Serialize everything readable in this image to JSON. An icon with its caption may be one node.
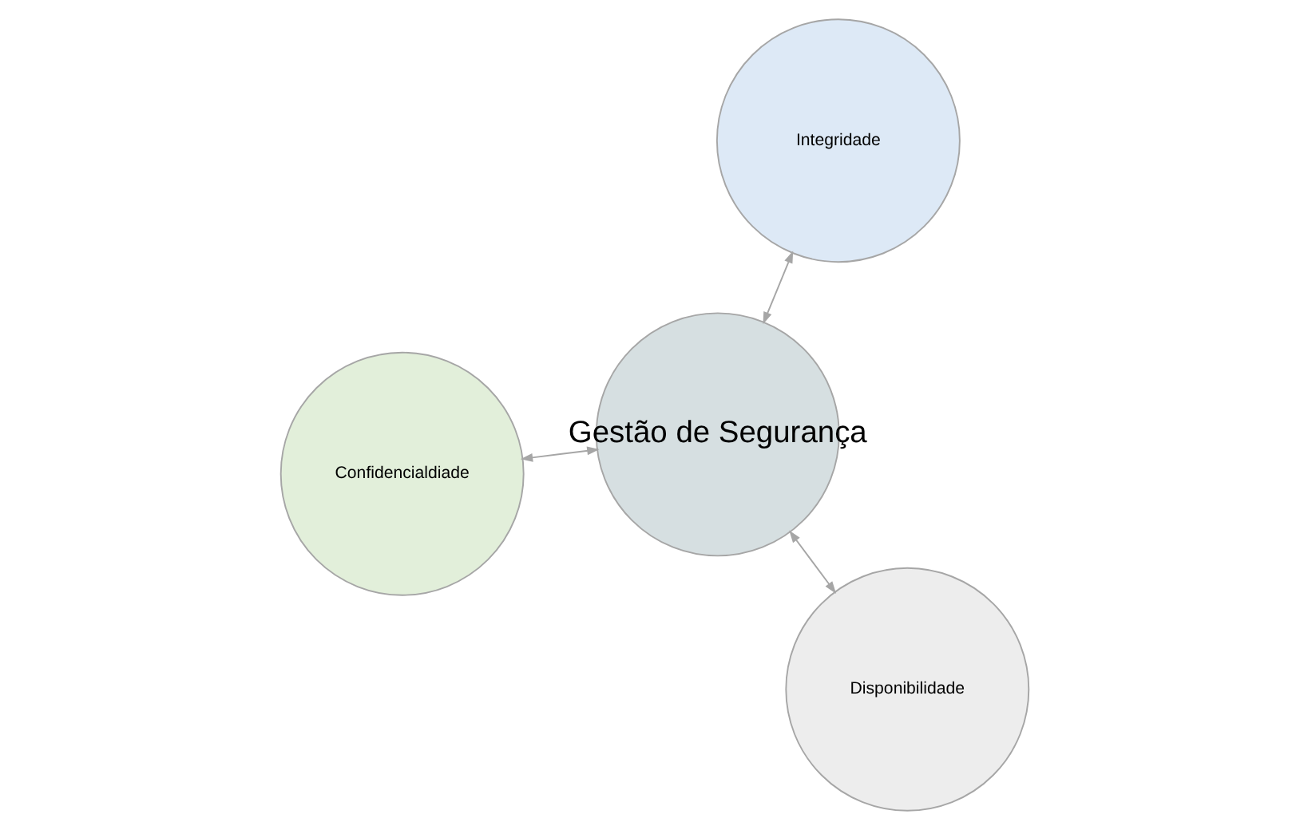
{
  "diagram": {
    "nodes": [
      {
        "text": [
          "Confidencialdiade"
        ]
      },
      {
        "text": [
          "Gestão de Segurança"
        ]
      },
      {
        "text": [
          "Disponibilidade"
        ]
      },
      {
        "text": [
          "Integridade"
        ]
      }
    ],
    "edges": [
      {
        "from": 1,
        "to": 0,
        "arrow": "both"
      },
      {
        "from": 1,
        "to": 2,
        "arrow": "both"
      },
      {
        "from": 1,
        "to": 3,
        "arrow": "both"
      }
    ]
  }
}
